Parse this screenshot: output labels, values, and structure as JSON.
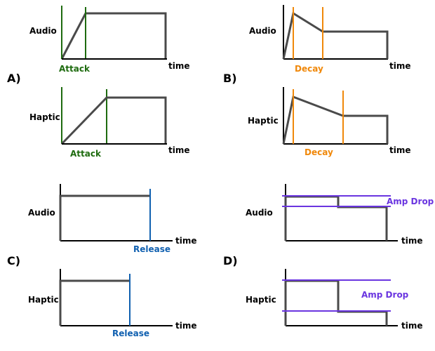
{
  "colors": {
    "axis": "#000000",
    "envelope": "#4a4a4a",
    "attack": "#1e6b0f",
    "decay": "#f0880a",
    "release": "#1060b0",
    "amp_drop": "#6a35e0"
  },
  "panels": {
    "a": {
      "letter": "A)",
      "audio": {
        "ylabel": "Audio",
        "xlabel": "time",
        "marker": "Attack"
      },
      "haptic": {
        "ylabel": "Haptic",
        "xlabel": "time",
        "marker": "Attack"
      }
    },
    "b": {
      "letter": "B)",
      "audio": {
        "ylabel": "Audio",
        "xlabel": "time",
        "marker": "Decay"
      },
      "haptic": {
        "ylabel": "Haptic",
        "xlabel": "time",
        "marker": "Decay"
      }
    },
    "c": {
      "letter": "C)",
      "audio": {
        "ylabel": "Audio",
        "xlabel": "time",
        "marker": "Release"
      },
      "haptic": {
        "ylabel": "Haptic",
        "xlabel": "time",
        "marker": "Release"
      }
    },
    "d": {
      "letter": "D)",
      "audio": {
        "ylabel": "Audio",
        "xlabel": "time",
        "marker": "Amp Drop"
      },
      "haptic": {
        "ylabel": "Haptic",
        "xlabel": "time",
        "marker": "Amp Drop"
      }
    }
  }
}
